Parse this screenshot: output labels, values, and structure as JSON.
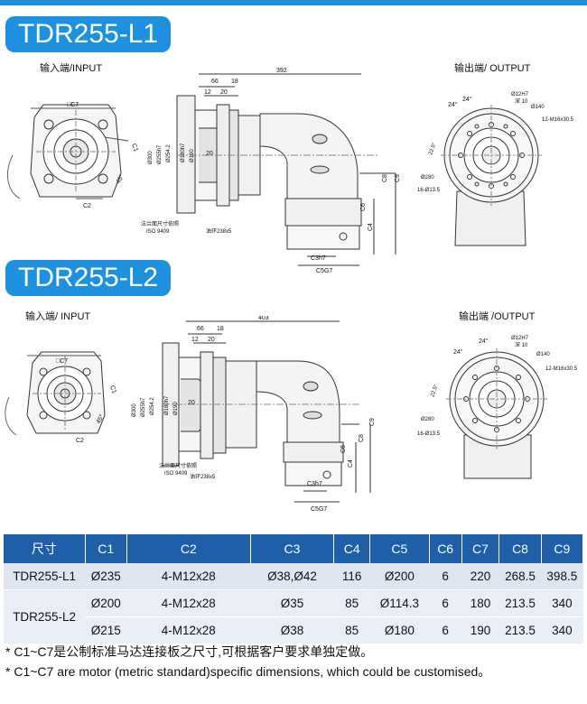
{
  "sections": [
    {
      "title": "TDR255-L1",
      "input_label": "输入端/INPUT",
      "output_label": "输出端/ OUTPUT",
      "dims": {
        "length": "392",
        "d66": "66",
        "d18": "18",
        "d12": "12",
        "d20a": "20",
        "d20b": "20",
        "c7": "□C7",
        "c2": "C2",
        "c1": "C1",
        "c3": "C3",
        "c4": "C4",
        "c5": "C5",
        "c6": "C6",
        "c8": "C8",
        "c9": "C9",
        "c3h7": "C3h7",
        "c5g7": "C5G7",
        "phi300": "Ø300",
        "phi255": "Ø255h7",
        "phi254": "Ø254.2",
        "phi180": "Ø180h7",
        "phi190": "Ø190",
        "angle45": "45°",
        "angle24a": "24°",
        "angle24b": "24°",
        "phi12": "Ø12H7",
        "depth10": "深 10",
        "phi140": "Ø140",
        "bolt12": "12-M16x30.5",
        "angle22": "22.5°",
        "phi280": "Ø280",
        "bolt16": "16-Ø13.5",
        "note1": "法兰面尺寸依照",
        "note2": "ISO 9409",
        "oil": "油环238x5"
      }
    },
    {
      "title": "TDR255-L2",
      "input_label": "输入端/ INPUT",
      "output_label": "输出端 /OUTPUT",
      "dims": {
        "length": "403",
        "d66": "66",
        "d18": "18",
        "d12": "12",
        "d20a": "20",
        "d20b": "20",
        "c7": "□C7",
        "c2": "C2",
        "c1": "C1",
        "c3": "C3",
        "c4": "C4",
        "c5": "C5",
        "c6": "C6",
        "c8": "C8",
        "c9": "C9",
        "c3h7": "C3h7",
        "c5g7": "C5G7",
        "phi300": "Ø300",
        "phi255": "Ø255h7",
        "phi254": "Ø254.2",
        "phi180": "Ø180h7",
        "phi190": "Ø190",
        "angle45": "45°",
        "angle24a": "24°",
        "angle24b": "24°",
        "phi12": "Ø12H7",
        "depth10": "深 10",
        "phi140": "Ø140",
        "bolt12": "12-M16x30.5",
        "angle22": "22.5°",
        "phi280": "Ø280",
        "bolt16": "16-Ø13.5",
        "note1": "法兰面尺寸依照",
        "note2": "ISO 9409",
        "oil": "油环238x5"
      }
    }
  ],
  "table": {
    "headers": [
      "尺寸",
      "C1",
      "C2",
      "C3",
      "C4",
      "C5",
      "C6",
      "C7",
      "C8",
      "C9"
    ],
    "model1": "TDR255-L1",
    "model2": "TDR255-L2",
    "row1": [
      "Ø235",
      "4-M12x28",
      "Ø38,Ø42",
      "116",
      "Ø200",
      "6",
      "220",
      "268.5",
      "398.5"
    ],
    "row2": [
      "Ø200",
      "4-M12x28",
      "Ø35",
      "85",
      "Ø114.3",
      "6",
      "180",
      "213.5",
      "340"
    ],
    "row3": [
      "Ø215",
      "4-M12x28",
      "Ø38",
      "85",
      "Ø180",
      "6",
      "190",
      "213.5",
      "340"
    ]
  },
  "notes": {
    "cn": "* C1~C7是公制标准马达连接板之尺寸,可根据客户要求单独定做。",
    "en": "* C1~C7 are motor (metric standard)specific dimensions, which could be customised。"
  },
  "colors": {
    "accent": "#1e90e0",
    "table_header": "#1d5fa8"
  }
}
